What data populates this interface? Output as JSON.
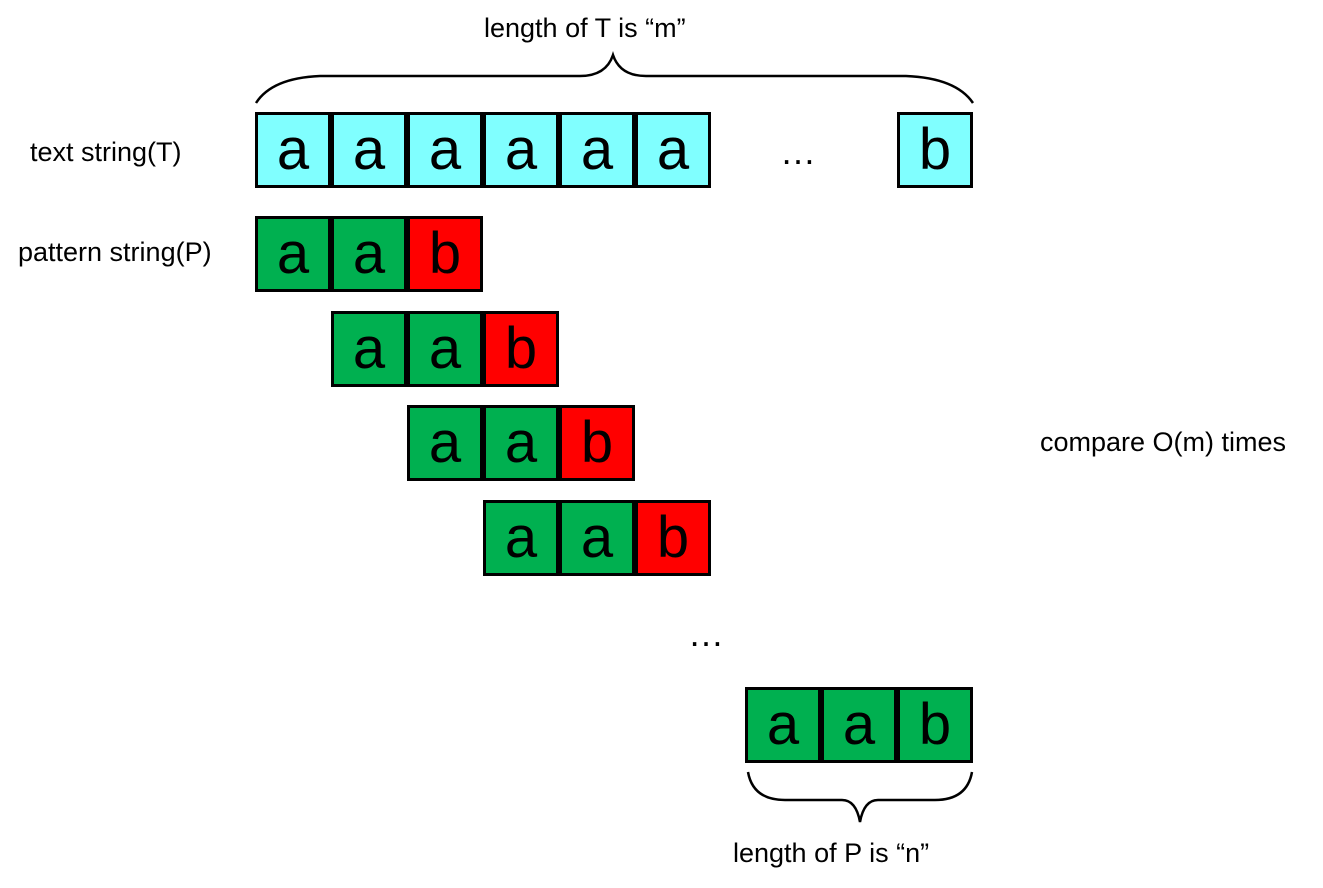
{
  "labels": {
    "text_length": "length of T is “m”",
    "text_string": "text string(T)",
    "pattern_string": "pattern string(P)",
    "compare": "compare O(m) times",
    "pattern_length": "length of P is “n”",
    "text_ellipsis": "…",
    "rows_ellipsis": "…"
  },
  "text_row": {
    "chars": [
      "a",
      "a",
      "a",
      "a",
      "a",
      "a"
    ],
    "last_char": "b"
  },
  "pattern_rows": [
    {
      "chars": [
        "a",
        "a",
        "b"
      ],
      "states": [
        "match",
        "match",
        "mismatch"
      ]
    },
    {
      "chars": [
        "a",
        "a",
        "b"
      ],
      "states": [
        "match",
        "match",
        "mismatch"
      ]
    },
    {
      "chars": [
        "a",
        "a",
        "b"
      ],
      "states": [
        "match",
        "match",
        "mismatch"
      ]
    },
    {
      "chars": [
        "a",
        "a",
        "b"
      ],
      "states": [
        "match",
        "match",
        "mismatch"
      ]
    }
  ],
  "final_row": {
    "chars": [
      "a",
      "a",
      "b"
    ],
    "states": [
      "match",
      "match",
      "match"
    ]
  },
  "colors": {
    "text_cell": "#80ffff",
    "match": "#00b050",
    "mismatch": "#ff0000",
    "border": "#000000"
  }
}
